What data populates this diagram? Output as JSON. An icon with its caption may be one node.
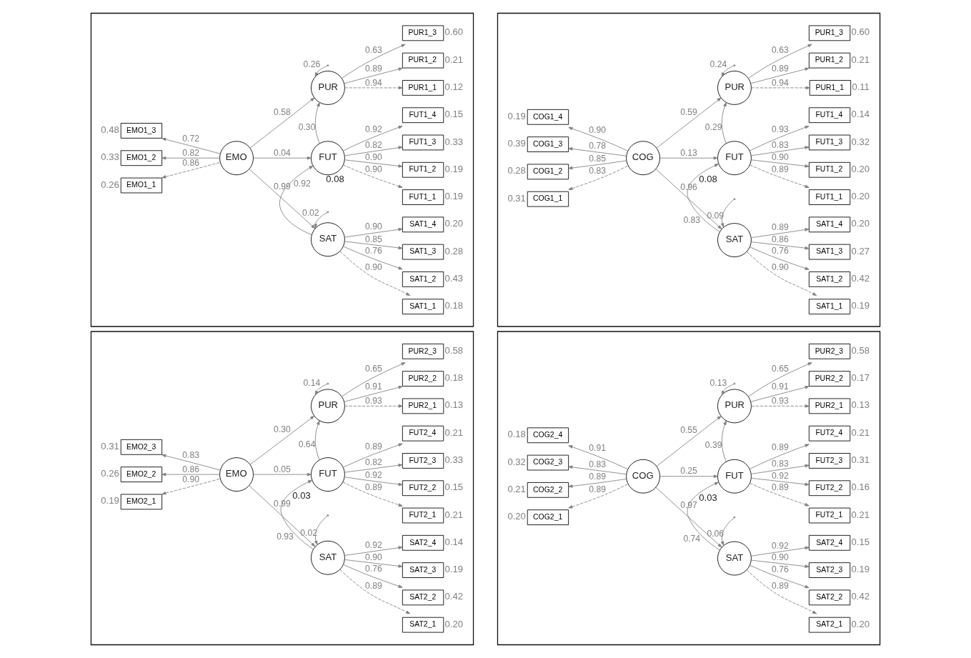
{
  "diagram": {
    "nodes": [
      {
        "text": [],
        "shape": "box"
      },
      {
        "text": [
          "EMO1_3"
        ],
        "beside": [
          "0.48"
        ],
        "in": 0
      },
      {
        "text": [
          "EMO1_2"
        ],
        "beside": [
          "0.33"
        ],
        "in": 0
      },
      {
        "text": [
          "EMO1_1"
        ],
        "beside": [
          "0.26"
        ],
        "in": 0
      },
      {
        "text": [
          "EMO"
        ],
        "in": 0
      },
      {
        "text": [
          "PUR"
        ],
        "in": 0
      },
      {
        "text": [
          "FUT"
        ],
        "beside": [
          "0.08"
        ],
        "in": 0
      },
      {
        "text": [
          "SAT"
        ],
        "in": 0
      },
      {
        "text": [
          "PUR1_3"
        ],
        "beside": [
          "0.60"
        ],
        "in": 0
      },
      {
        "text": [
          "PUR1_2"
        ],
        "beside": [
          "0.21"
        ],
        "in": 0
      },
      {
        "text": [
          "PUR1_1"
        ],
        "beside": [
          "0.12"
        ],
        "in": 0
      },
      {
        "text": [
          "FUT1_4"
        ],
        "beside": [
          "0.15"
        ],
        "in": 0
      },
      {
        "text": [
          "FUT1_3"
        ],
        "beside": [
          "0.33"
        ],
        "in": 0
      },
      {
        "text": [
          "FUT1_2"
        ],
        "beside": [
          "0.19"
        ],
        "in": 0
      },
      {
        "text": [
          "FUT1_1"
        ],
        "beside": [
          "0.19"
        ],
        "in": 0
      },
      {
        "text": [
          "SAT1_4"
        ],
        "beside": [
          "0.20"
        ],
        "in": 0
      },
      {
        "text": [
          "SAT1_3"
        ],
        "beside": [
          "0.28"
        ],
        "in": 0
      },
      {
        "text": [
          "SAT1_2"
        ],
        "beside": [
          "0.43"
        ],
        "in": 0
      },
      {
        "text": [
          "SAT1_1"
        ],
        "beside": [
          "0.18"
        ],
        "in": 0
      },
      {
        "text": [],
        "shape": "box"
      },
      {
        "text": [
          "COG1_4"
        ],
        "beside": [
          "0.19"
        ],
        "in": 19
      },
      {
        "text": [
          "COG1_3"
        ],
        "beside": [
          "0.39"
        ],
        "in": 19
      },
      {
        "text": [
          "COG1_2"
        ],
        "beside": [
          "0.28"
        ],
        "in": 19
      },
      {
        "text": [
          "COG1_1"
        ],
        "beside": [
          "0.31"
        ],
        "in": 19
      },
      {
        "text": [
          "COG"
        ],
        "in": 19
      },
      {
        "text": [
          "PUR"
        ],
        "in": 19
      },
      {
        "text": [
          "FUT"
        ],
        "beside": [
          "0.08"
        ],
        "in": 19
      },
      {
        "text": [
          "SAT"
        ],
        "in": 19
      },
      {
        "text": [
          "PUR1_3"
        ],
        "beside": [
          "0.60"
        ],
        "in": 19
      },
      {
        "text": [
          "PUR1_2"
        ],
        "beside": [
          "0.21"
        ],
        "in": 19
      },
      {
        "text": [
          "PUR1_1"
        ],
        "beside": [
          "0.11"
        ],
        "in": 19
      },
      {
        "text": [
          "FUT1_4"
        ],
        "beside": [
          "0.14"
        ],
        "in": 19
      },
      {
        "text": [
          "FUT1_3"
        ],
        "beside": [
          "0.32"
        ],
        "in": 19
      },
      {
        "text": [
          "FUT1_2"
        ],
        "beside": [
          "0.20"
        ],
        "in": 19
      },
      {
        "text": [
          "FUT1_1"
        ],
        "beside": [
          "0.20"
        ],
        "in": 19
      },
      {
        "text": [
          "SAT1_4"
        ],
        "beside": [
          "0.20"
        ],
        "in": 19
      },
      {
        "text": [
          "SAT1_3"
        ],
        "beside": [
          "0.27"
        ],
        "in": 19
      },
      {
        "text": [
          "SAT1_2"
        ],
        "beside": [
          "0.42"
        ],
        "in": 19
      },
      {
        "text": [
          "SAT1_1"
        ],
        "beside": [
          "0.19"
        ],
        "in": 19
      },
      {
        "text": [],
        "shape": "box"
      },
      {
        "text": [
          "EMO2_3"
        ],
        "beside": [
          "0.31"
        ],
        "in": 39
      },
      {
        "text": [
          "EMO2_2"
        ],
        "beside": [
          "0.26"
        ],
        "in": 39
      },
      {
        "text": [
          "EMO2_1"
        ],
        "beside": [
          "0.19"
        ],
        "in": 39
      },
      {
        "text": [
          "EMO"
        ],
        "in": 39
      },
      {
        "text": [
          "PUR"
        ],
        "in": 39
      },
      {
        "text": [
          "FUT"
        ],
        "beside": [
          "0.03"
        ],
        "in": 39
      },
      {
        "text": [
          "SAT"
        ],
        "in": 39
      },
      {
        "text": [
          "PUR2_3"
        ],
        "beside": [
          "0.58"
        ],
        "in": 39
      },
      {
        "text": [
          "PUR2_2"
        ],
        "beside": [
          "0.18"
        ],
        "in": 39
      },
      {
        "text": [
          "PUR2_1"
        ],
        "beside": [
          "0.13"
        ],
        "in": 39
      },
      {
        "text": [
          "FUT2_4"
        ],
        "beside": [
          "0.21"
        ],
        "in": 39
      },
      {
        "text": [
          "FUT2_3"
        ],
        "beside": [
          "0.33"
        ],
        "in": 39
      },
      {
        "text": [
          "FUT2_2"
        ],
        "beside": [
          "0.15"
        ],
        "in": 39
      },
      {
        "text": [
          "FUT2_1"
        ],
        "beside": [
          "0.21"
        ],
        "in": 39
      },
      {
        "text": [
          "SAT2_4"
        ],
        "beside": [
          "0.14"
        ],
        "in": 39
      },
      {
        "text": [
          "SAT2_3"
        ],
        "beside": [
          "0.19"
        ],
        "in": 39
      },
      {
        "text": [
          "SAT2_2"
        ],
        "beside": [
          "0.42"
        ],
        "in": 39
      },
      {
        "text": [
          "SAT2_1"
        ],
        "beside": [
          "0.20"
        ],
        "in": 39
      },
      {
        "text": [],
        "shape": "box"
      },
      {
        "text": [
          "COG2_4"
        ],
        "beside": [
          "0.18"
        ],
        "in": 58
      },
      {
        "text": [
          "COG2_3"
        ],
        "beside": [
          "0.32"
        ],
        "in": 58
      },
      {
        "text": [
          "COG2_2"
        ],
        "beside": [
          "0.21"
        ],
        "in": 58
      },
      {
        "text": [
          "COG2_1"
        ],
        "beside": [
          "0.20"
        ],
        "in": 58
      },
      {
        "text": [
          "COG"
        ],
        "in": 58
      },
      {
        "text": [
          "PUR"
        ],
        "in": 58
      },
      {
        "text": [
          "FUT"
        ],
        "beside": [
          "0.03"
        ],
        "in": 58
      },
      {
        "text": [
          "SAT"
        ],
        "in": 58
      },
      {
        "text": [
          "PUR2_3"
        ],
        "beside": [
          "0.58"
        ],
        "in": 58
      },
      {
        "text": [
          "PUR2_2"
        ],
        "beside": [
          "0.17"
        ],
        "in": 58
      },
      {
        "text": [
          "PUR2_1"
        ],
        "beside": [
          "0.13"
        ],
        "in": 58
      },
      {
        "text": [
          "FUT2_4"
        ],
        "beside": [
          "0.21"
        ],
        "in": 58
      },
      {
        "text": [
          "FUT2_3"
        ],
        "beside": [
          "0.31"
        ],
        "in": 58
      },
      {
        "text": [
          "FUT2_2"
        ],
        "beside": [
          "0.16"
        ],
        "in": 58
      },
      {
        "text": [
          "FUT2_1"
        ],
        "beside": [
          "0.21"
        ],
        "in": 58
      },
      {
        "text": [
          "SAT2_4"
        ],
        "beside": [
          "0.15"
        ],
        "in": 58
      },
      {
        "text": [
          "SAT2_3"
        ],
        "beside": [
          "0.19"
        ],
        "in": 58
      },
      {
        "text": [
          "SAT2_2"
        ],
        "beside": [
          "0.42"
        ],
        "in": 58
      },
      {
        "text": [
          "SAT2_1"
        ],
        "beside": [
          "0.20"
        ],
        "in": 58
      }
    ],
    "edges": [
      {
        "from": 4,
        "to": 1,
        "arrow": "to",
        "label": "0.72"
      },
      {
        "from": 4,
        "to": 2,
        "arrow": "to",
        "label": "0.82"
      },
      {
        "from": 4,
        "to": 3,
        "arrow": "to",
        "label": "0.86",
        "style": "dashed"
      },
      {
        "from": 4,
        "to": 5,
        "arrow": "to",
        "label": "0.58"
      },
      {
        "from": 4,
        "to": 6,
        "arrow": "to",
        "label": "0.04"
      },
      {
        "from": 4,
        "to": 7,
        "arrow": "to",
        "label": "0.99"
      },
      {
        "from": 6,
        "to": 5,
        "arrow": "to",
        "label": "0.30"
      },
      {
        "from": 7,
        "to": 6,
        "arrow": "to",
        "label": "0.92"
      },
      {
        "from": null,
        "to": 5,
        "arrow": "to",
        "label": "0.26"
      },
      {
        "from": null,
        "to": 7,
        "arrow": "to",
        "label": "0.02"
      },
      {
        "from": 5,
        "to": 8,
        "arrow": "to",
        "label": "0.63"
      },
      {
        "from": 5,
        "to": 9,
        "arrow": "to",
        "label": "0.89"
      },
      {
        "from": 5,
        "to": 10,
        "arrow": "to",
        "label": "0.94",
        "style": "dashed"
      },
      {
        "from": 6,
        "to": 11,
        "arrow": "to",
        "label": "0.92"
      },
      {
        "from": 6,
        "to": 12,
        "arrow": "to",
        "label": "0.82"
      },
      {
        "from": 6,
        "to": 13,
        "arrow": "to",
        "label": "0.90"
      },
      {
        "from": 6,
        "to": 14,
        "arrow": "to",
        "label": "0.90",
        "style": "dashed"
      },
      {
        "from": 7,
        "to": 15,
        "arrow": "to",
        "label": "0.90"
      },
      {
        "from": 7,
        "to": 16,
        "arrow": "to",
        "label": "0.85"
      },
      {
        "from": 7,
        "to": 17,
        "arrow": "to",
        "label": "0.76"
      },
      {
        "from": 7,
        "to": 18,
        "arrow": "to",
        "label": "0.90",
        "style": "dashed"
      },
      {
        "from": 24,
        "to": 20,
        "arrow": "to",
        "label": "0.90"
      },
      {
        "from": 24,
        "to": 21,
        "arrow": "to",
        "label": "0.78"
      },
      {
        "from": 24,
        "to": 22,
        "arrow": "to",
        "label": "0.85"
      },
      {
        "from": 24,
        "to": 23,
        "arrow": "to",
        "label": "0.83",
        "style": "dashed"
      },
      {
        "from": 24,
        "to": 25,
        "arrow": "to",
        "label": "0.59"
      },
      {
        "from": 24,
        "to": 26,
        "arrow": "to",
        "label": "0.13"
      },
      {
        "from": 24,
        "to": 27,
        "arrow": "to",
        "label": "0.96"
      },
      {
        "from": 26,
        "to": 25,
        "arrow": "to",
        "label": "0.29"
      },
      {
        "from": 27,
        "to": 26,
        "arrow": "to",
        "label": "0.83"
      },
      {
        "from": null,
        "to": 25,
        "arrow": "to",
        "label": "0.24"
      },
      {
        "from": null,
        "to": 27,
        "arrow": "to",
        "label": "0.09"
      },
      {
        "from": 25,
        "to": 28,
        "arrow": "to",
        "label": "0.63"
      },
      {
        "from": 25,
        "to": 29,
        "arrow": "to",
        "label": "0.89"
      },
      {
        "from": 25,
        "to": 30,
        "arrow": "to",
        "label": "0.94",
        "style": "dashed"
      },
      {
        "from": 26,
        "to": 31,
        "arrow": "to",
        "label": "0.93"
      },
      {
        "from": 26,
        "to": 32,
        "arrow": "to",
        "label": "0.83"
      },
      {
        "from": 26,
        "to": 33,
        "arrow": "to",
        "label": "0.90"
      },
      {
        "from": 26,
        "to": 34,
        "arrow": "to",
        "label": "0.89",
        "style": "dashed"
      },
      {
        "from": 27,
        "to": 35,
        "arrow": "to",
        "label": "0.89"
      },
      {
        "from": 27,
        "to": 36,
        "arrow": "to",
        "label": "0.86"
      },
      {
        "from": 27,
        "to": 37,
        "arrow": "to",
        "label": "0.76"
      },
      {
        "from": 27,
        "to": 38,
        "arrow": "to",
        "label": "0.90",
        "style": "dashed"
      },
      {
        "from": 43,
        "to": 40,
        "arrow": "to",
        "label": "0.83"
      },
      {
        "from": 43,
        "to": 41,
        "arrow": "to",
        "label": "0.86"
      },
      {
        "from": 43,
        "to": 42,
        "arrow": "to",
        "label": "0.90",
        "style": "dashed"
      },
      {
        "from": 43,
        "to": 44,
        "arrow": "to",
        "label": "0.30"
      },
      {
        "from": 43,
        "to": 45,
        "arrow": "to",
        "label": "0.05"
      },
      {
        "from": 43,
        "to": 46,
        "arrow": "to",
        "label": "0.99"
      },
      {
        "from": 45,
        "to": 44,
        "arrow": "to",
        "label": "0.64"
      },
      {
        "from": 46,
        "to": 45,
        "arrow": "to",
        "label": "0.93"
      },
      {
        "from": null,
        "to": 44,
        "arrow": "to",
        "label": "0.14"
      },
      {
        "from": null,
        "to": 46,
        "arrow": "to",
        "label": "0.02"
      },
      {
        "from": 44,
        "to": 47,
        "arrow": "to",
        "label": "0.65"
      },
      {
        "from": 44,
        "to": 48,
        "arrow": "to",
        "label": "0.91"
      },
      {
        "from": 44,
        "to": 49,
        "arrow": "to",
        "label": "0.93",
        "style": "dashed"
      },
      {
        "from": 45,
        "to": 50,
        "arrow": "to",
        "label": "0.89"
      },
      {
        "from": 45,
        "to": 51,
        "arrow": "to",
        "label": "0.82"
      },
      {
        "from": 45,
        "to": 52,
        "arrow": "to",
        "label": "0.92"
      },
      {
        "from": 45,
        "to": 53,
        "arrow": "to",
        "label": "0.89",
        "style": "dashed"
      },
      {
        "from": 46,
        "to": 54,
        "arrow": "to",
        "label": "0.92"
      },
      {
        "from": 46,
        "to": 55,
        "arrow": "to",
        "label": "0.90"
      },
      {
        "from": 46,
        "to": 56,
        "arrow": "to",
        "label": "0.76"
      },
      {
        "from": 46,
        "to": 57,
        "arrow": "to",
        "label": "0.89",
        "style": "dashed"
      },
      {
        "from": 63,
        "to": 59,
        "arrow": "to",
        "label": "0.91"
      },
      {
        "from": 63,
        "to": 60,
        "arrow": "to",
        "label": "0.83"
      },
      {
        "from": 63,
        "to": 61,
        "arrow": "to",
        "label": "0.89"
      },
      {
        "from": 63,
        "to": 62,
        "arrow": "to",
        "label": "0.89",
        "style": "dashed"
      },
      {
        "from": 63,
        "to": 64,
        "arrow": "to",
        "label": "0.55"
      },
      {
        "from": 63,
        "to": 65,
        "arrow": "to",
        "label": "0.25"
      },
      {
        "from": 63,
        "to": 66,
        "arrow": "to",
        "label": "0.97"
      },
      {
        "from": 65,
        "to": 64,
        "arrow": "to",
        "label": "0.39"
      },
      {
        "from": 66,
        "to": 65,
        "arrow": "to",
        "label": "0.74"
      },
      {
        "from": null,
        "to": 64,
        "arrow": "to",
        "label": "0.13"
      },
      {
        "from": null,
        "to": 66,
        "arrow": "to",
        "label": "0.06"
      },
      {
        "from": 64,
        "to": 67,
        "arrow": "to",
        "label": "0.65"
      },
      {
        "from": 64,
        "to": 68,
        "arrow": "to",
        "label": "0.91"
      },
      {
        "from": 64,
        "to": 69,
        "arrow": "to",
        "label": "0.93",
        "style": "dashed"
      },
      {
        "from": 65,
        "to": 70,
        "arrow": "to",
        "label": "0.89"
      },
      {
        "from": 65,
        "to": 71,
        "arrow": "to",
        "label": "0.83"
      },
      {
        "from": 65,
        "to": 72,
        "arrow": "to",
        "label": "0.92"
      },
      {
        "from": 65,
        "to": 73,
        "arrow": "to",
        "label": "0.89",
        "style": "dashed"
      },
      {
        "from": 66,
        "to": 74,
        "arrow": "to",
        "label": "0.92"
      },
      {
        "from": 66,
        "to": 75,
        "arrow": "to",
        "label": "0.90"
      },
      {
        "from": 66,
        "to": 76,
        "arrow": "to",
        "label": "0.76"
      },
      {
        "from": 66,
        "to": 77,
        "arrow": "to",
        "label": "0.89",
        "style": "dashed"
      }
    ]
  }
}
